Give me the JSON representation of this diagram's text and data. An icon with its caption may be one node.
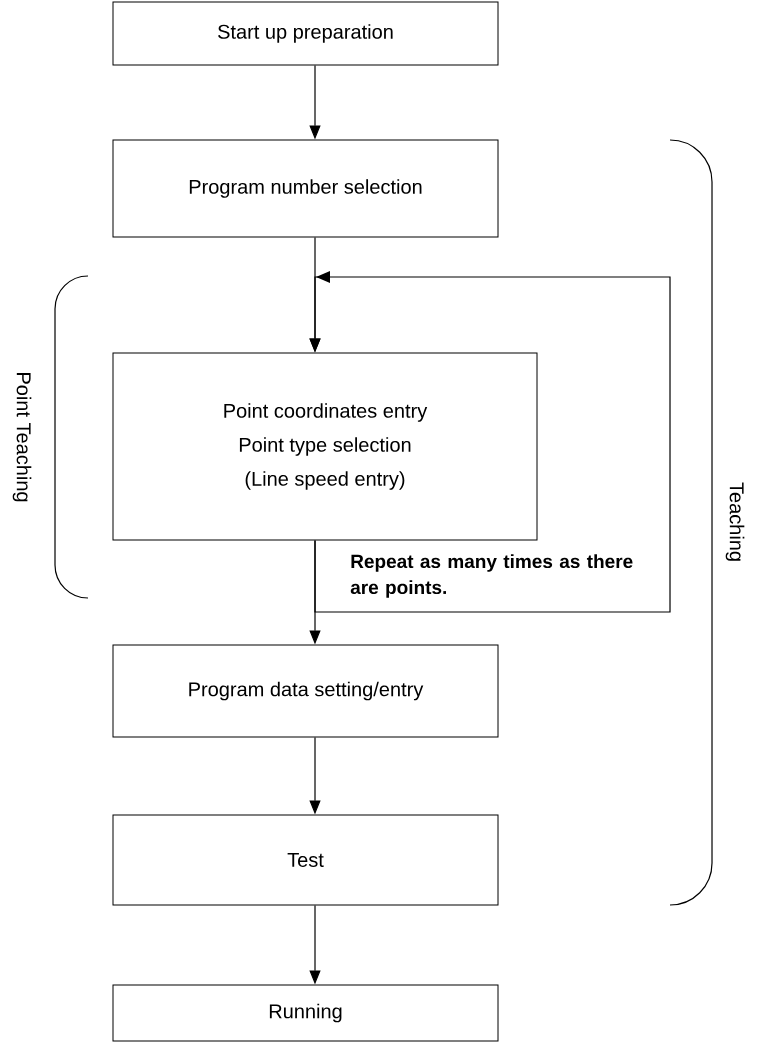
{
  "diagram": {
    "nodes": [
      {
        "text": [
          "Start up preparation"
        ]
      },
      {
        "text": [
          "Program number selection"
        ]
      },
      {
        "text": [
          "Point coordinates entry",
          "Point type selection",
          "(Line speed entry)"
        ]
      },
      {
        "text": [
          "Program data setting/entry"
        ]
      },
      {
        "text": [
          "Test"
        ]
      },
      {
        "text": [
          "Running"
        ]
      }
    ],
    "edges": [
      {
        "from": 0,
        "to": 1,
        "arrow": "to"
      },
      {
        "from": 1,
        "to": 2,
        "arrow": "to"
      },
      {
        "from": 2,
        "to": 3,
        "arrow": "to"
      },
      {
        "from": 2,
        "to": 2,
        "arrow": "to",
        "label": "**Repeat as many times as there are points.**"
      },
      {
        "from": 3,
        "to": 4,
        "arrow": "to"
      },
      {
        "from": 4,
        "to": 5,
        "arrow": "to"
      }
    ],
    "labels": [
      "Point Teaching",
      "Teaching"
    ]
  }
}
